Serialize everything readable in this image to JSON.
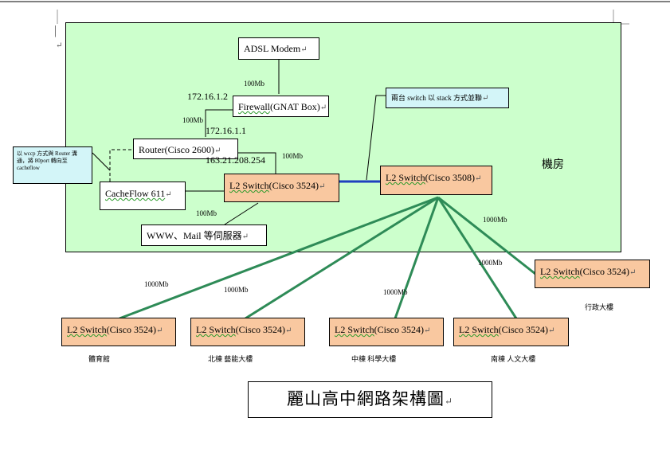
{
  "doc": {
    "para_mark": "↵",
    "cursor": "|"
  },
  "room": {
    "label": "機房"
  },
  "nodes": {
    "adsl": "ADSL Modem",
    "firewall_pre": "Firewall",
    "firewall_post": "(GNAT Box)",
    "router": "Router(Cisco 2600)",
    "cacheflow": "CacheFlow 611",
    "l2_core_pre": "L2 Switch",
    "l2_core_post": "(Cisco 3524)",
    "www": "WWW、Mail 等伺服器",
    "l3_core_pre": "L2 Switch",
    "l3_core_post": "(Cisco 3508)",
    "admin_sw_pre": "L2 Switch",
    "admin_sw_post": "(Cisco 3524)",
    "b1_pre": "L2 Switch",
    "b1_post": "(Cisco 3524)",
    "b2_pre": "L2 Switch",
    "b2_post": "(Cisco 3524)",
    "b3_pre": "L2 Switch",
    "b3_post": "(Cisco 3524)",
    "b4_pre": "L2 Switch",
    "b4_post": "(Cisco 3524)"
  },
  "callouts": {
    "stack": "兩台 switch 以 stack 方式並聯",
    "wccp_1": "以 wccp 方式與 Router 溝",
    "wccp_2": "通，將 80port 轉向至",
    "wccp_3": "cacheflow"
  },
  "link_labels": {
    "adsl_fw": "100Mb",
    "ip_fw_out": "172.16.1.2",
    "fw_router": "100Mb",
    "ip_router_in": "172.16.1.1",
    "ip_public": "163.21.208.254",
    "router_l2": "100Mb",
    "l2_www": "100Mb",
    "to_admin": "1000Mb",
    "to_b1": "1000Mb",
    "to_b2": "1000Mb",
    "to_b3": "1000Mb",
    "to_b4": "1000Mb"
  },
  "buildings": {
    "admin": "行政大樓",
    "b1": "體育館",
    "b2": "北棟 藝能大樓",
    "b3": "中棟 科學大樓",
    "b4": "南棟 人文大樓"
  },
  "title": "麗山高中網路架構圖",
  "colors": {
    "room_bg": "#ccffcc",
    "switch_bg": "#f9c8a0",
    "callout_bg": "#d3f5f8",
    "uplink": "#2e8b57",
    "stack_link": "#1f3fbf"
  }
}
